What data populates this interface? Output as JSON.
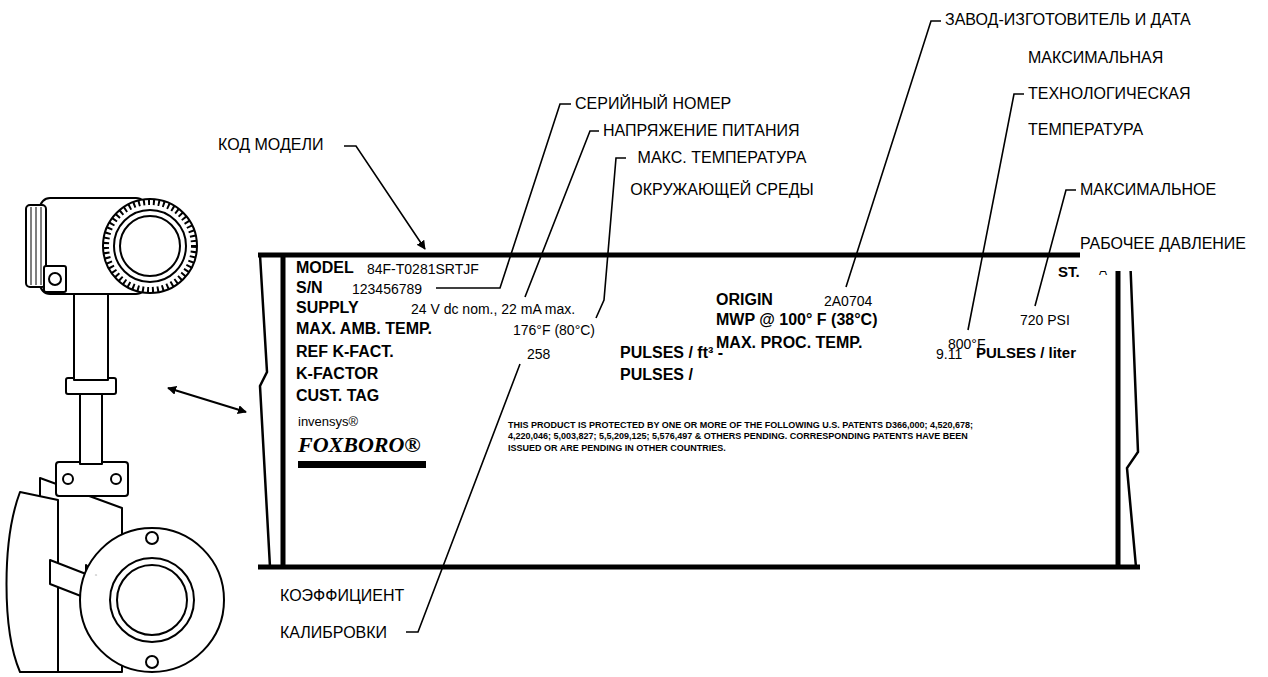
{
  "diagram": {
    "nodes": [
      {
        "text": [
          "MODEL",
          "84F-T0281SRTJF",
          "ST.",
          "A",
          "S/N",
          "123456789",
          "ORIGIN",
          "2A0704",
          "SUPPLY",
          "24 V dc nom., 22 mA max.",
          "MWP @ 100° F (38°C)",
          "720 PSI",
          "MAX. AMB. TEMP.",
          "176°F (80°C)",
          "MAX. PROC. TEMP.",
          "800°F",
          "REF K-FACT.",
          "258",
          "PULSES / ft³ -",
          "9.11",
          "PULSES / liter",
          "K-FACTOR",
          "PULSES /",
          "CUST. TAG",
          "invensys®",
          "FOXBORO®",
          "THIS PRODUCT IS PROTECTED BY ONE OR MORE OF THE FOLLOWING U.S. PATENTS D366,000; 4,520,678; 4,220,046; 5,003,827; 5,5,209,125; 5,576,497 & OTHERS PENDING. CORRESPONDING PATENTS HAVE BEEN ISSUED OR ARE PENDING IN OTHER COUNTRIES."
        ]
      }
    ],
    "labels": [
      "КОД МОДЕЛИ",
      "СЕРИЙНЫЙ НОМЕР",
      "НАПРЯЖЕНИЕ ПИТАНИЯ",
      "МАКС. ТЕМПЕРАТУРА ОКРУЖАЮЩЕЙ СРЕДЫ",
      "ЗАВОД-ИЗГОТОВИТЕЛЬ И ДАТА",
      "МАКСИМАЛЬНАЯ ТЕХНОЛОГИЧЕСКАЯ ТЕМПЕРАТУРА",
      "МАКСИМАЛЬНОЕ РАБОЧЕЕ ДАВЛЕНИЕ",
      "КОЭФФИЦИЕНТ КАЛИБРОВКИ"
    ]
  }
}
